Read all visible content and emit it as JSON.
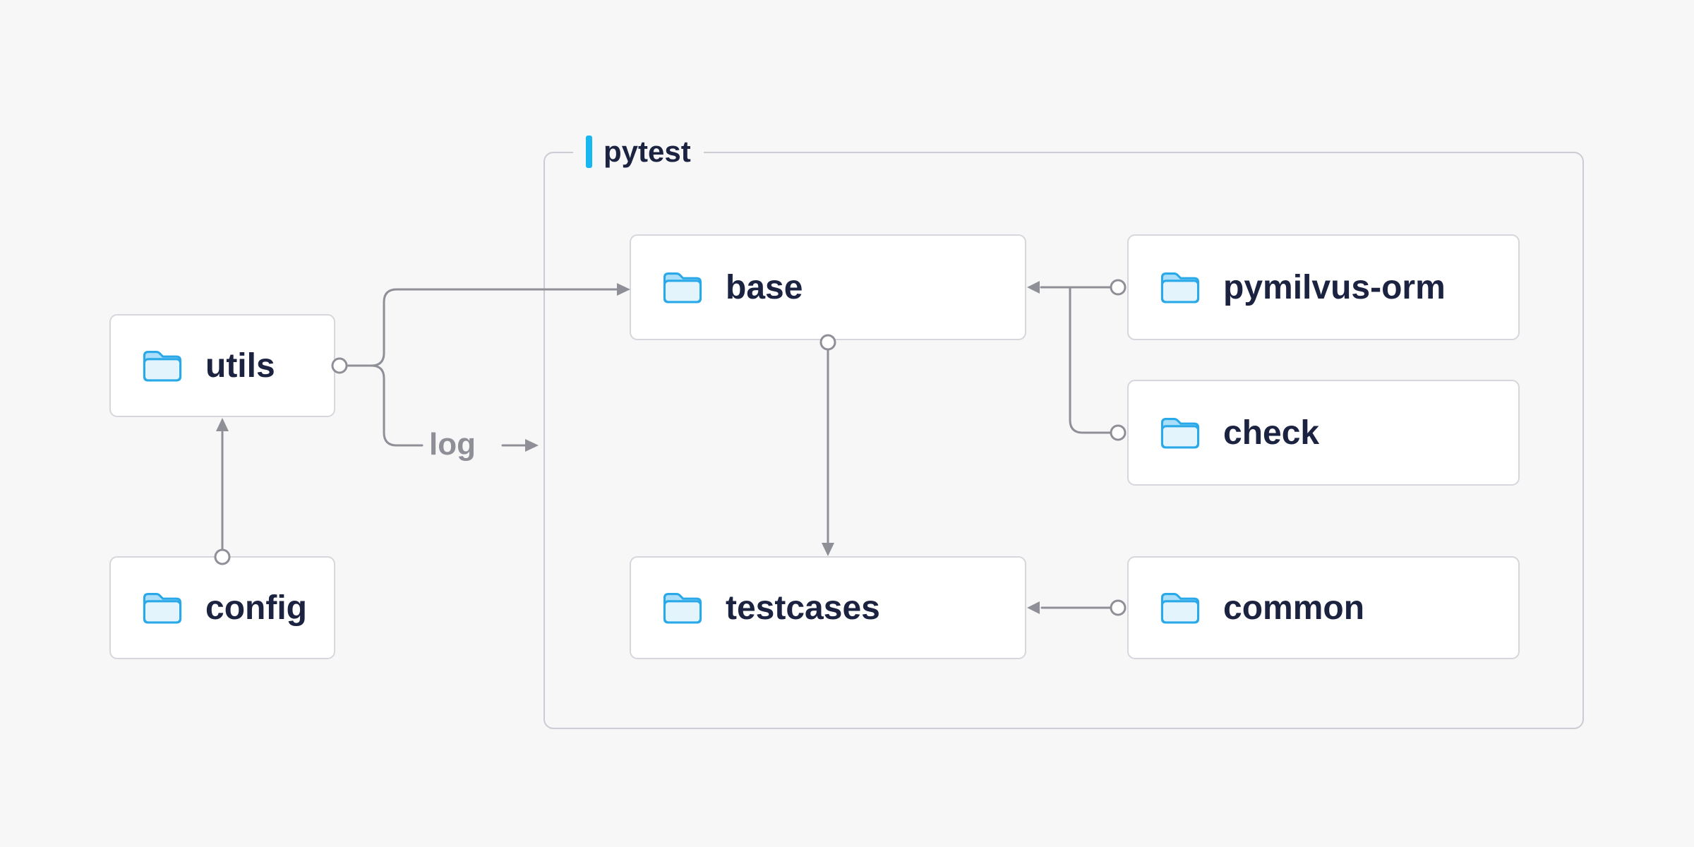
{
  "diagram": {
    "group": {
      "label": "pytest"
    },
    "nodes": {
      "utils": {
        "label": "utils"
      },
      "config": {
        "label": "config"
      },
      "base": {
        "label": "base"
      },
      "pymilvus_orm": {
        "label": "pymilvus-orm"
      },
      "check": {
        "label": "check"
      },
      "testcases": {
        "label": "testcases"
      },
      "common": {
        "label": "common"
      }
    },
    "edge_label": {
      "log": "log"
    },
    "edges": [
      {
        "from": "config",
        "to": "utils"
      },
      {
        "from": "utils",
        "to": "base"
      },
      {
        "from": "utils",
        "to": "pytest-group",
        "label": "log"
      },
      {
        "from": "base",
        "to": "testcases"
      },
      {
        "from": "pymilvus-orm",
        "to": "base"
      },
      {
        "from": "check",
        "to": "base"
      },
      {
        "from": "common",
        "to": "testcases"
      }
    ],
    "colors": {
      "accent": "#18b7f0",
      "folder_stroke": "#2aa9e8",
      "folder_fill": "#e3f4fd",
      "folder_tab_fill": "#aadef9",
      "line": "#8f8f98",
      "text": "#1b2341",
      "node_border": "#d6d6dc",
      "node_background": "#ffffff",
      "canvas_background": "#f7f7f8"
    }
  }
}
